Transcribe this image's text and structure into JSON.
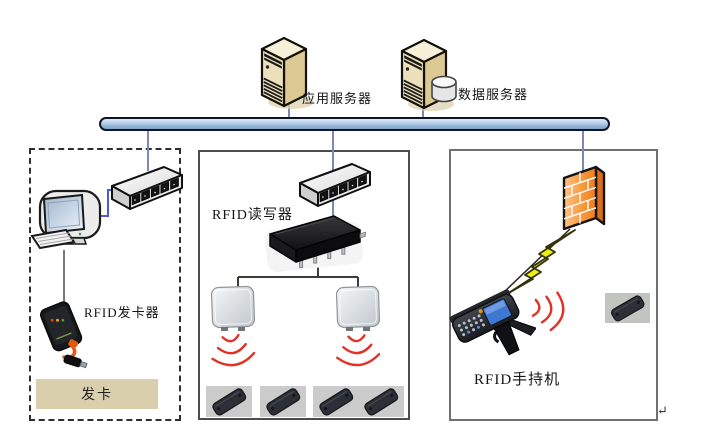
{
  "diagram": {
    "servers": {
      "app_label": "应用服务器",
      "db_label": "数据服务器"
    },
    "issuing_zone": {
      "device_label": "RFID发卡器",
      "action_label": "发卡"
    },
    "reading_zone": {
      "reader_label": "RFID读写器"
    },
    "handheld_zone": {
      "label": "RFID手持机"
    },
    "trailing_mark": "↵"
  },
  "colors": {
    "bus_fill": "#9dbcdd",
    "bus_border": "#0e1526",
    "connector_line": "#7e88b4",
    "pc_cable_blue": "#4f5ad9",
    "radio_wave_red": "#e23126",
    "firewall_orange": "#f79b3d",
    "lightning_yellow": "#eff011",
    "issue_box_bg": "#d9cfad",
    "dashed_zone_border": "#2e2e2e",
    "solid_zone_border": "#4c4c4c"
  },
  "icons": [
    "server-tower-icon",
    "database-cylinder-icon",
    "switch-icon",
    "desktop-computer-icon",
    "usb-card-reader-icon",
    "rfid-reader-device-icon",
    "antenna-panel-icon",
    "radio-waves-icon",
    "rfid-tag-icon",
    "firewall-icon",
    "lightning-bolt-icon",
    "handheld-reader-icon"
  ]
}
